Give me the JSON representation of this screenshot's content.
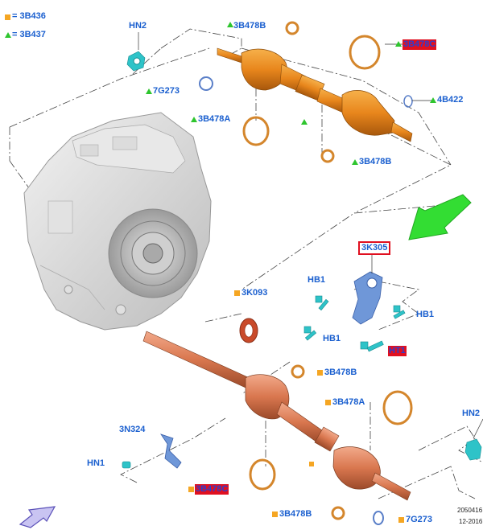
{
  "legend": [
    {
      "marker": "square",
      "code": "3B436"
    },
    {
      "marker": "triangle",
      "code": "3B437"
    }
  ],
  "labels": {
    "hn2_top": "HN2",
    "b3b478b_top": "3B478B",
    "b3b478c_top": "3B478C",
    "b7g273_top": "7G273",
    "b4b422": "4B422",
    "b3b478a_top": "3B478A",
    "b3b478b_mid": "3B478B",
    "k3k305": "3K305",
    "hb1_left": "HB1",
    "k3k093": "3K093",
    "hb1_right": "HB1",
    "hb1_lower": "HB1",
    "ht1": "HT1",
    "b3b478b_lower": "3B478B",
    "b3b478a_lower": "3B478A",
    "n3n324": "3N324",
    "hn2_right": "HN2",
    "hn1": "HN1",
    "b3b478c_lower": "3B478C",
    "b3b478b_bottom": "3B478B",
    "b7g273_bottom": "7G273",
    "ref1": "2050416",
    "ref2": "12-2016"
  },
  "colors": {
    "label_blue": "#1a5fcf",
    "highlight_red": "#e01020",
    "square_marker": "#f5a623",
    "triangle_marker": "#2ec52e",
    "shaft_orange": "#e8861c",
    "shaft_copper": "#d9774f",
    "bracket_blue": "#6f97d8",
    "nut_teal": "#2ec3c8"
  }
}
